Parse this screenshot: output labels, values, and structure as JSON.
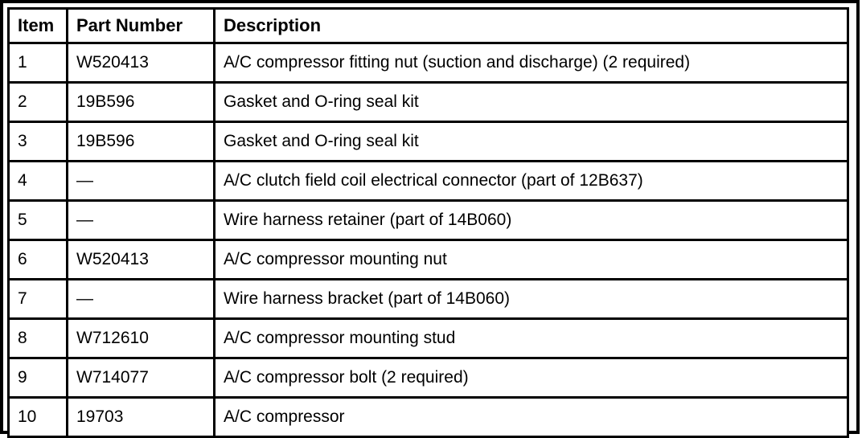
{
  "colors": {
    "border": "#000000",
    "background": "#ffffff",
    "text": "#000000"
  },
  "table": {
    "columns": [
      "Item",
      "Part Number",
      "Description"
    ],
    "rows": [
      {
        "item": "1",
        "part_number": "W520413",
        "description": "A/C compressor fitting nut (suction and discharge) (2 required)"
      },
      {
        "item": "2",
        "part_number": "19B596",
        "description": "Gasket and O-ring seal kit"
      },
      {
        "item": "3",
        "part_number": "19B596",
        "description": "Gasket and O-ring seal kit"
      },
      {
        "item": "4",
        "part_number": "—",
        "description": "A/C clutch field coil electrical connector (part of 12B637)"
      },
      {
        "item": "5",
        "part_number": "—",
        "description": "Wire harness retainer (part of 14B060)"
      },
      {
        "item": "6",
        "part_number": "W520413",
        "description": "A/C compressor mounting nut"
      },
      {
        "item": "7",
        "part_number": "—",
        "description": "Wire harness bracket (part of 14B060)"
      },
      {
        "item": "8",
        "part_number": "W712610",
        "description": "A/C compressor mounting stud"
      },
      {
        "item": "9",
        "part_number": "W714077",
        "description": "A/C compressor bolt (2 required)"
      },
      {
        "item": "10",
        "part_number": "19703",
        "description": "A/C compressor"
      }
    ]
  }
}
